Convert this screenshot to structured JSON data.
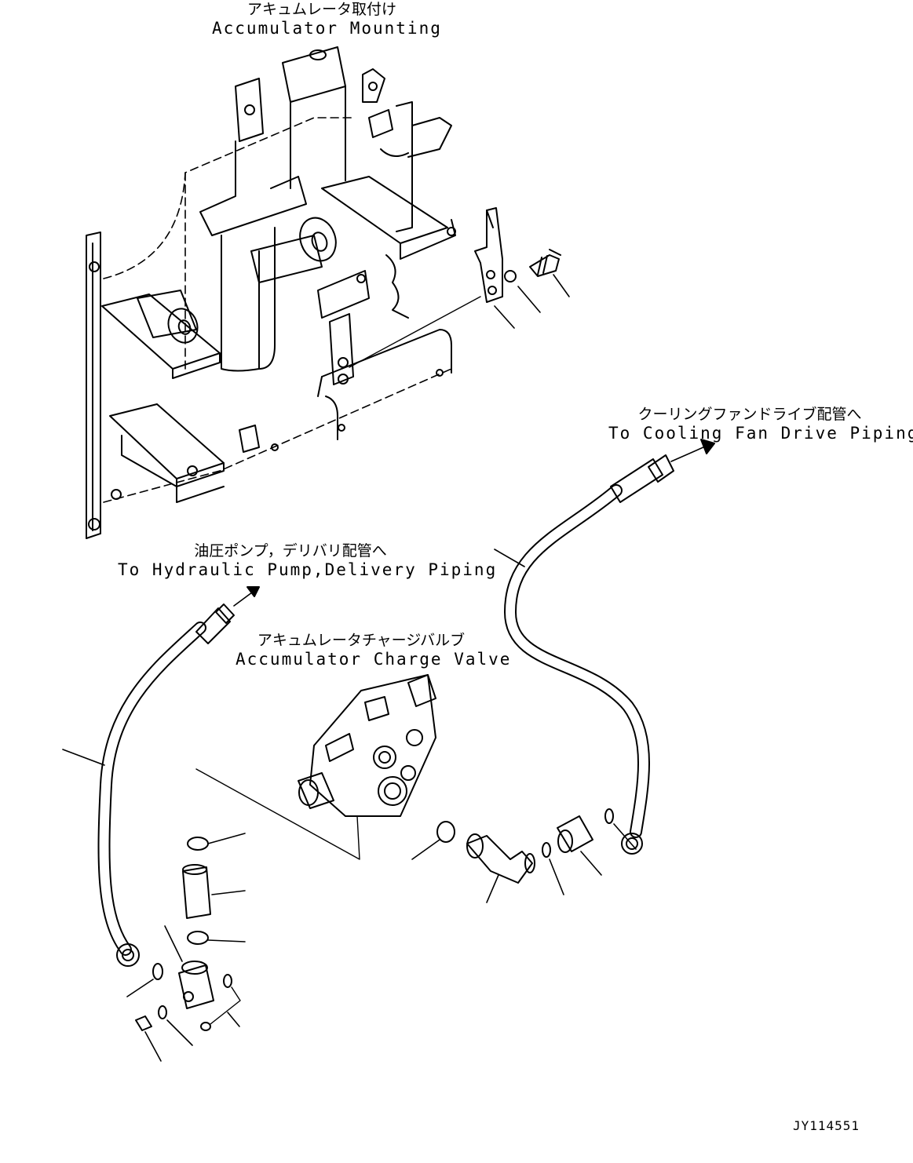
{
  "labels": {
    "mounting": {
      "jp": "アキュムレータ取付け",
      "en": "Accumulator Mounting"
    },
    "cooling": {
      "jp": "クーリングファンドライブ配管へ",
      "en": "To Cooling Fan Drive Piping"
    },
    "hydraulic": {
      "jp": "油圧ポンプ，デリバリ配管へ",
      "en": "To Hydraulic Pump,Delivery Piping"
    },
    "charge_valve": {
      "jp": "アキュムレータチャージバルブ",
      "en": "Accumulator Charge Valve"
    }
  },
  "drawing_id": "JY114551"
}
